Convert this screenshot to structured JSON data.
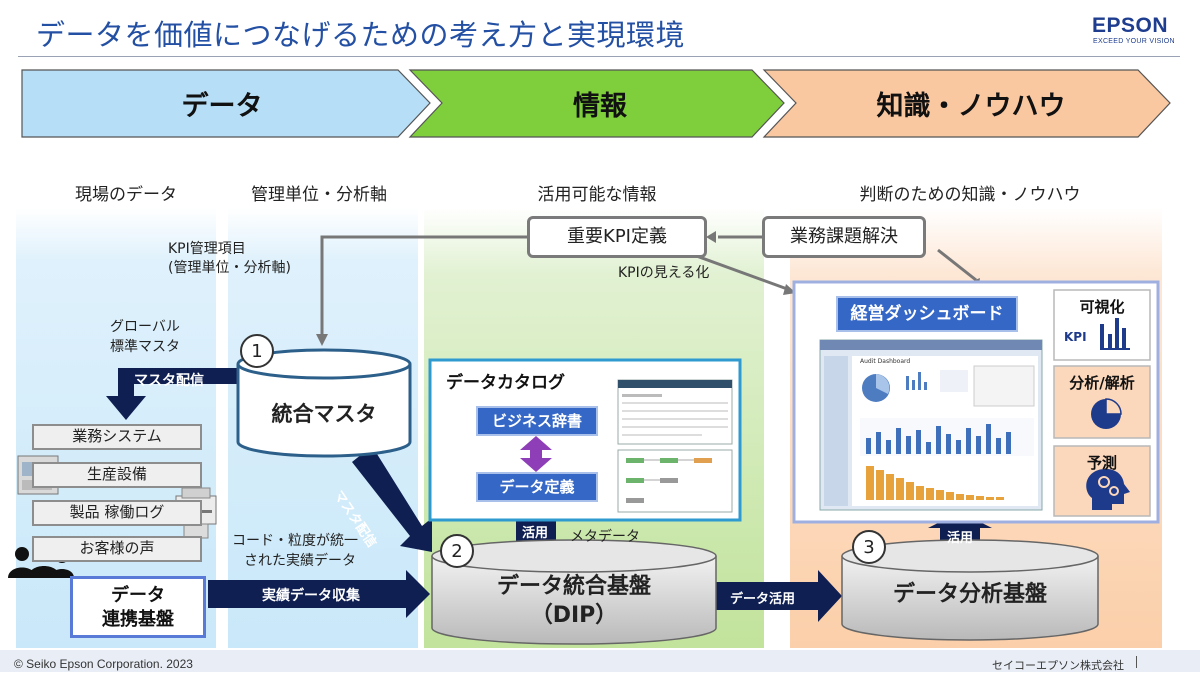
{
  "header": {
    "title": "データを価値につなげるための考え方と実現環境",
    "brand": "EPSON",
    "tagline": "EXCEED YOUR VISION"
  },
  "stages": [
    {
      "label": "データ",
      "color": "#b6dff7"
    },
    {
      "label": "情報",
      "color": "#7fcf3c"
    },
    {
      "label": "知識・ノウハウ",
      "color": "#f9c7a0"
    }
  ],
  "sub_labels": {
    "field_data": "現場のデータ",
    "mgmt_unit": "管理単位・分析軸",
    "usable_info": "活用可能な情報",
    "judgement": "判断のための知識・ノウハウ"
  },
  "kpi": {
    "kpi_items_line1": "KPI管理項目",
    "kpi_items_line2": "(管理単位・分析軸)",
    "important_kpi": "重要KPI定義",
    "business_issue": "業務課題解決",
    "kpi_visual": "KPIの見える化"
  },
  "left": {
    "global_master_line1": "グローバル",
    "global_master_line2": "標準マスタ",
    "master_delivery": "マスタ配信",
    "list": [
      "業務システム",
      "生産設備",
      "製品 稼働ログ",
      "お客様の声"
    ],
    "data_link_line1": "データ",
    "data_link_line2": "連携基盤"
  },
  "master": {
    "num": "1",
    "name": "統合マスタ",
    "delivery_diag": "マスタ配信"
  },
  "catalog": {
    "title": "データカタログ",
    "business_dict": "ビジネス辞書",
    "data_def": "データ定義",
    "use": "活用",
    "metadata": "メタデータ"
  },
  "dip": {
    "num": "2",
    "name_line1": "データ統合基盤",
    "name_line2": "（DIP）",
    "unified_line1": "コード・粒度が統一",
    "unified_line2": "された実績データ",
    "collect": "実績データ収集",
    "use_data": "データ活用"
  },
  "dashboard": {
    "title": "経営ダッシュボード",
    "visual": "可視化",
    "kpi": "KPI",
    "analysis": "分析/解析",
    "forecast": "予測",
    "inner_title": "Audit Dashboard"
  },
  "analytics": {
    "num": "3",
    "name": "データ分析基盤",
    "use": "活用"
  },
  "footer": {
    "copyright": "© Seiko Epson Corporation. 2023",
    "company": "セイコーエプソン株式会社"
  }
}
